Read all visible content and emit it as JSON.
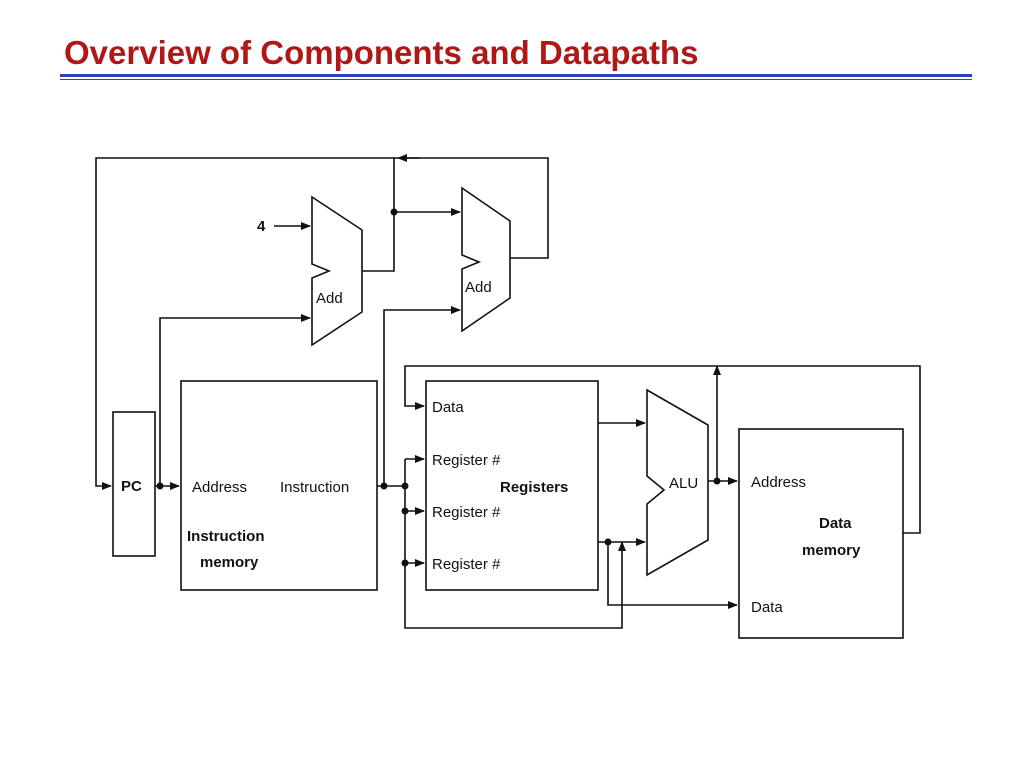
{
  "title": "Overview of Components and Datapaths",
  "diagram": {
    "constant": "4",
    "adder1": "Add",
    "adder2": "Add",
    "pc": "PC",
    "imem": {
      "address": "Address",
      "instruction": "Instruction",
      "name_line1": "Instruction",
      "name_line2": "memory"
    },
    "regs": {
      "data": "Data",
      "reg1": "Register #",
      "reg2": "Register #",
      "reg3": "Register #",
      "name": "Registers"
    },
    "alu": "ALU",
    "dmem": {
      "address": "Address",
      "data": "Data",
      "name_line1": "Data",
      "name_line2": "memory"
    }
  }
}
